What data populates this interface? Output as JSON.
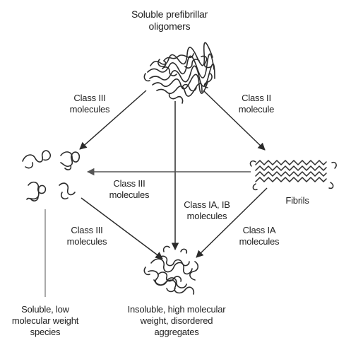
{
  "labels": {
    "top_title": [
      "Soluble prefibrillar",
      "oligomers"
    ],
    "class_iii_upper_left": [
      "Class III",
      "molecules"
    ],
    "class_ii_upper_right": [
      "Class II",
      "molecule"
    ],
    "class_iii_middle": [
      "Class III",
      "molecules"
    ],
    "class_ia_ib_center": [
      "Class IA, IB",
      "molecules"
    ],
    "fibrils": "Fibrils",
    "class_iii_lower_left": [
      "Class III",
      "molecules"
    ],
    "class_ia_lower_right": [
      "Class IA",
      "molecules"
    ],
    "bottom_left": [
      "Soluble, low",
      "molecular weight",
      "species"
    ],
    "bottom_center": [
      "Insoluble, high molecular",
      "weight, disordered",
      "aggregates"
    ]
  },
  "colors": {
    "line": "#2b2b2b",
    "arrow_gray": "#555555",
    "text": "#222222"
  }
}
